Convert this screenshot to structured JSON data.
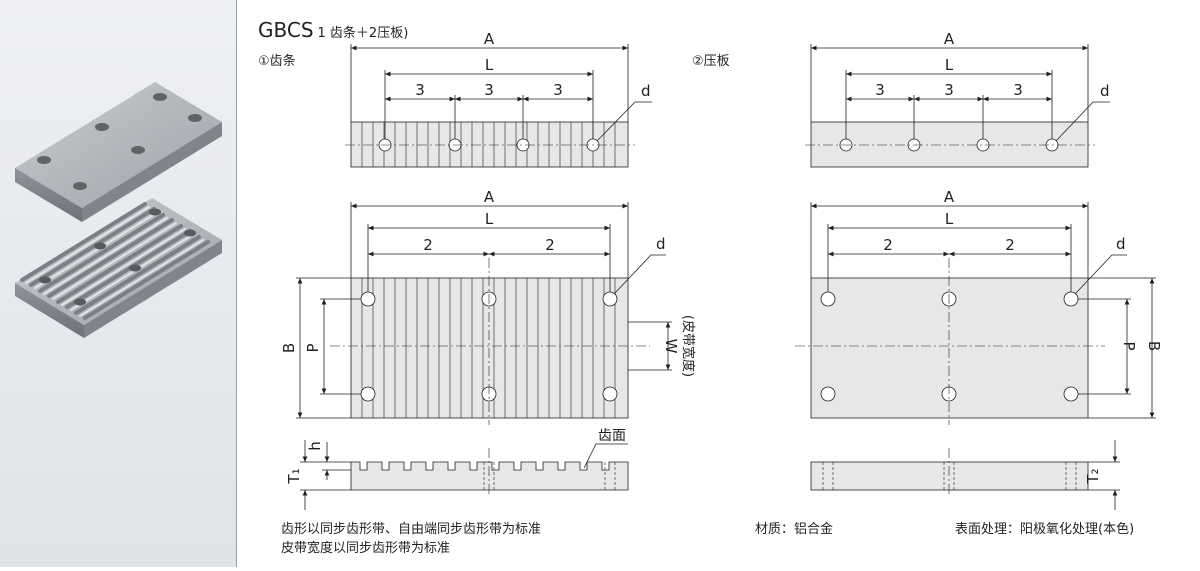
{
  "header": {
    "model": "GBCS",
    "subtitle": "1 齿条＋2压板)"
  },
  "views": {
    "rack_label": "①齿条",
    "plate_label": "②压板"
  },
  "dimensions": {
    "A": "A",
    "L": "L",
    "B": "B",
    "P": "P",
    "d": "d",
    "W": "W",
    "W_note": "(皮带宽度)",
    "h": "h",
    "T1": "T₁",
    "T2": "T₂",
    "pitch_top": "3",
    "pitch_plan": "2",
    "tooth_face": "齿面"
  },
  "notes": {
    "line1": "齿形以同步齿形带、自由端同步齿形带为标准",
    "line2": "皮带宽度以同步齿形带为标准",
    "material": "材质：铝合金",
    "surface": "表面处理：阳极氧化处理(本色)"
  },
  "colors": {
    "line": "#231f20",
    "plate_fill": "#e6e7e8",
    "panel_bg": "#e3e6ea"
  }
}
